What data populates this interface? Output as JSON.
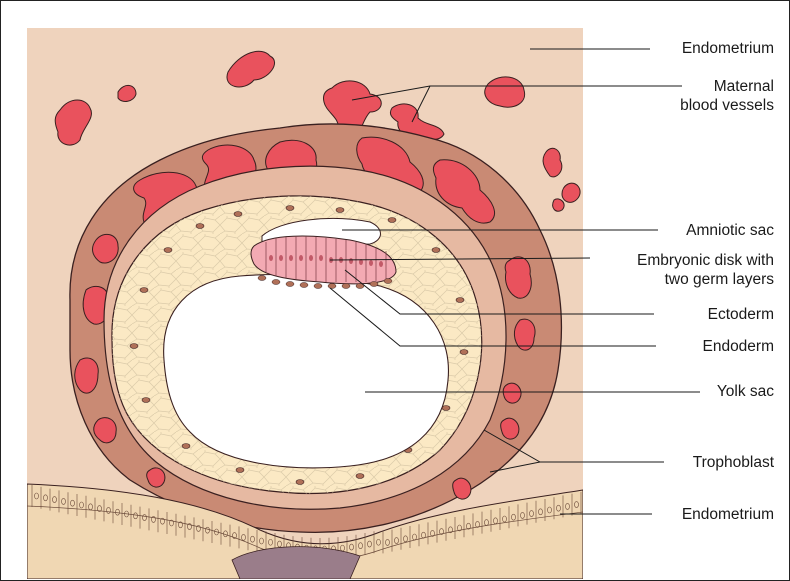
{
  "labels": {
    "endometrium_top": "Endometrium",
    "maternal_line1": "Maternal",
    "maternal_line2": "blood vessels",
    "amniotic_sac": "Amniotic sac",
    "embryonic_line1": "Embryonic disk with",
    "embryonic_line2": "two germ layers",
    "ectoderm": "Ectoderm",
    "endoderm": "Endoderm",
    "yolk_sac": "Yolk sac",
    "trophoblast": "Trophoblast",
    "endometrium_bottom": "Endometrium"
  },
  "colors": {
    "endometrium": "#efd3bd",
    "trophoblast_outer": "#c98a74",
    "trophoblast_inner": "#e6b9a2",
    "blood_vessels": "#e9525d",
    "yolk_sac_wall": "#fbe9c4",
    "embryonic_disk": "#f3aab3",
    "epithelium": "#f0d7b3",
    "line": "#1a1a1a"
  }
}
